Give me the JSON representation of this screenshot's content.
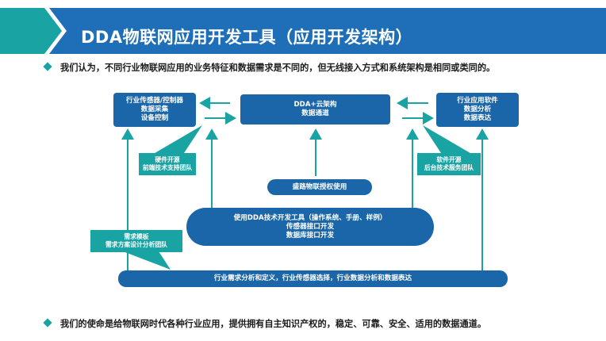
{
  "title": "DDA物联网应用开发工具（应用开发架构）",
  "bullet_top": "我们认为，不同行业物联网应用的业务特征和数据需求是不同的，但无线接入方式和系统架构是相同或类同的。",
  "bullet_bottom": "我们的使命是给物联网时代各种行业应用，提供拥有自主知识产权的，稳定、可靠、安全、适用的数据通道。",
  "diagram": {
    "box_left": [
      "行业传感器/控制器",
      "数据采集",
      "设备控制"
    ],
    "box_center": [
      "DDA+云架构",
      "数据通道"
    ],
    "box_right": [
      "行业应用软件",
      "数据分析",
      "数据表达"
    ],
    "callout_hw": [
      "硬件开源",
      "前端技术支持团队"
    ],
    "callout_sw": [
      "软件开源",
      "后台技术服务团队"
    ],
    "pill_license": "盛路物联授权使用",
    "pill_tools": [
      "使用DDA技术开发工具（操作系统、手册、样例）",
      "传感器接口开发",
      "数据库接口开发"
    ],
    "callout_req": [
      "需求模板",
      "需求方案设计分析团队"
    ],
    "pill_bottom": "行业需求分析和定义，行业传感器选择，行业数据分析和数据表达"
  },
  "colors": {
    "primary_blue": "#1a66a8",
    "teal": "#1aa3a3",
    "title_bar": "#1e6fb8"
  }
}
